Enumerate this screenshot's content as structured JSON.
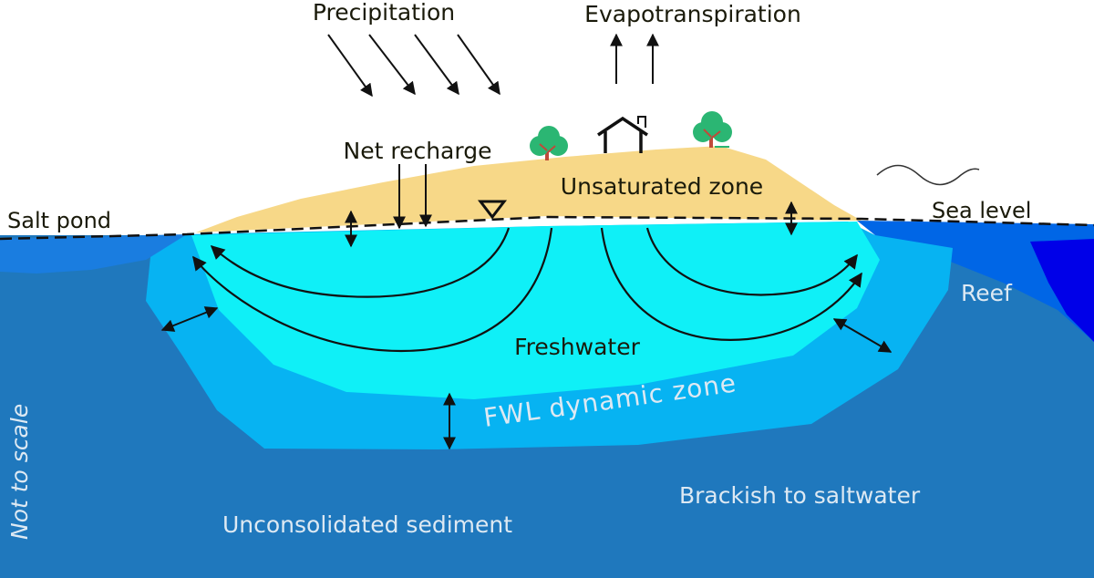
{
  "labels": {
    "precipitation": "Precipitation",
    "evapotranspiration": "Evapotranspiration",
    "net_recharge": "Net recharge",
    "unsaturated_zone": "Unsaturated zone",
    "salt_pond": "Salt pond",
    "sea_level": "Sea level",
    "reef": "Reef",
    "freshwater": "Freshwater",
    "fwl_dynamic_zone": "FWL dynamic zone",
    "not_to_scale": "Not to scale",
    "brackish_to_saltwater": "Brackish to saltwater",
    "unconsolidated_sediment": "Unconsolidated sediment"
  },
  "colors": {
    "sediment": "#1f78bd",
    "dynamic_zone": "#07b3f2",
    "freshwater": "#0ff0f7",
    "land": "#f7d888",
    "sea": "#0066e6",
    "deep_sea": "#0000e8",
    "salt_pond": "#1a7de0",
    "tree_canopy": "#2bb673",
    "tree_trunk": "#c04a3a",
    "line": "#111111",
    "dark_text": "#1a1a0a",
    "light_text": "#dde9f3"
  },
  "icons": {
    "water_table": "water-table-triangle-icon",
    "house": "house-icon",
    "tree": "tree-icon",
    "wave": "wave-icon"
  }
}
